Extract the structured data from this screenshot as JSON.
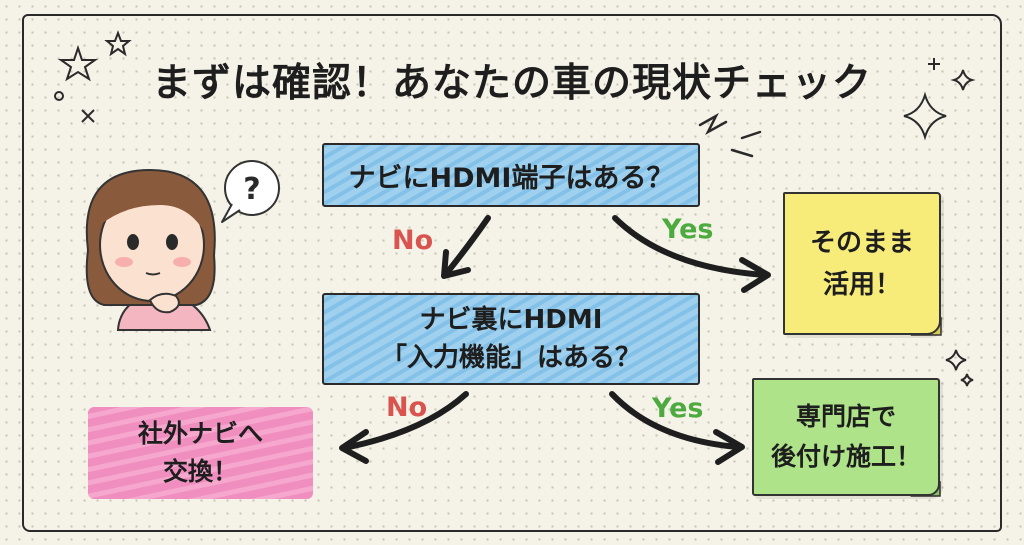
{
  "title": "まずは確認！あなたの車の現状チェック",
  "question1": "ナビにHDMI端子はある？",
  "question2": {
    "line1": "ナビ裏にHDMI",
    "line2": "「入力機能」はある？"
  },
  "answer_yes1": {
    "line1": "そのまま",
    "line2": "活用！"
  },
  "answer_yes2": {
    "line1": "専門店で",
    "line2": "後付け施工！"
  },
  "answer_no2": {
    "line1": "社外ナビへ",
    "line2": "交換！"
  },
  "labels": {
    "no": "No",
    "yes": "Yes"
  },
  "colors": {
    "blue": "#8cc6ea",
    "yellow": "#f7ec79",
    "green": "#aee38a",
    "pink": "#f29bc6",
    "no": "#d9534f",
    "yes": "#4caa3f"
  }
}
